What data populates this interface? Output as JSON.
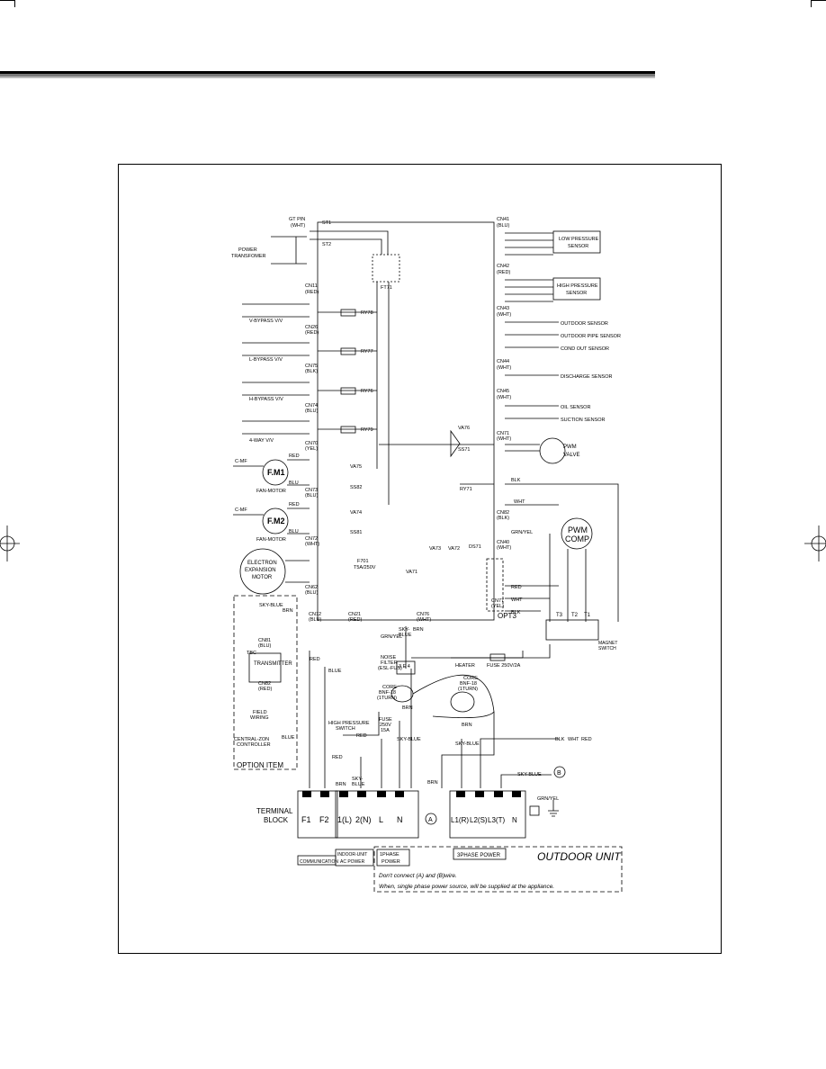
{
  "header": {
    "rule_colors": [
      "#000000",
      "#7a7a7a",
      "#bbbbbb"
    ]
  },
  "diagram": {
    "board_labels": {
      "gt_pin": "GT PIN",
      "gt_pin_color": "(WHT)",
      "st1": "ST1",
      "st2": "ST2",
      "power_transformer_1": "POWER",
      "power_transformer_2": "TRANSFOMER",
      "ft71": "FT71",
      "cn11": "CN11",
      "cn11_color": "(RED)",
      "f701_1": "F701",
      "f701_2": "T5A/250V",
      "opt3": "OPT3",
      "ds71": "DS71"
    },
    "valves": [
      {
        "name": "V-BYPASS V/V",
        "connector": "CN26",
        "color": "(RED)",
        "relay": "RY78"
      },
      {
        "name": "L-BYPASS V/V",
        "connector": "CN75",
        "color": "(BLK)",
        "relay": "RY77"
      },
      {
        "name": "H-BYPASS V/V",
        "connector": "CN74",
        "color": "(BLU)",
        "relay": "RY76"
      },
      {
        "name": "4-WAY V/V",
        "connector": "CN70",
        "color": "(YEL)",
        "relay": "RY79"
      }
    ],
    "fan_motors": [
      {
        "label": "F.M1",
        "caption": "FAN-MOTOR",
        "capacitor": "C-MF",
        "connector": "CN73",
        "color": "(BLU)",
        "varistor": "VA75",
        "ssr": "SS82",
        "wire_top": "RED",
        "wire_bottom": "BLU"
      },
      {
        "label": "F.M2",
        "caption": "FAN-MOTOR",
        "capacitor": "C-MF",
        "connector": "CN72",
        "color": "(WHT)",
        "varistor": "VA74",
        "ssr": "SS81",
        "wire_top": "RED",
        "wire_bottom": "BLU"
      }
    ],
    "eev": {
      "line1": "ELECTRON",
      "line2": "EXPANSION",
      "line3": "MOTOR",
      "connector": "CN62",
      "color": "(BLU)"
    },
    "sensors": {
      "cn41": {
        "connector": "CN41",
        "color": "(BLU)",
        "name_1": "LOW PRESSURE",
        "name_2": "SENSOR"
      },
      "cn42": {
        "connector": "CN42",
        "color": "(RED)",
        "name_1": "HIGH PRESSURE",
        "name_2": "SENSOR"
      },
      "cn43": {
        "connector": "CN43",
        "color": "(WHT)",
        "items": [
          "OUTDOOR SENSOR",
          "OUTDOOR PIPE SENSOR",
          "COND OUT SENSOR"
        ]
      },
      "cn44": {
        "connector": "CN44",
        "color": "(WHT)",
        "items": [
          "DISCHARGE SENSOR"
        ]
      },
      "cn45": {
        "connector": "CN45",
        "color": "(WHT)",
        "items": [
          "OIL SENSOR",
          "SUCTION SENSOR"
        ]
      }
    },
    "pwm_valve": {
      "connector": "CN71",
      "color": "(WHT)",
      "line1": "PWM",
      "line2": "VALVE",
      "varistor": "VA76",
      "ssr": "SS71"
    },
    "ry71": "RY71",
    "cn82": {
      "connector": "CN82",
      "color": "(BLK)",
      "wire_1": "BLK",
      "wire_2": "WHT"
    },
    "cn40": {
      "connector": "CN40",
      "color": "(WHT)",
      "wire": "GRN/YEL"
    },
    "cn77": {
      "connector": "CN77",
      "color": "(YEL)",
      "wires": [
        "RED",
        "WHT",
        "BLK"
      ]
    },
    "pwm_comp": {
      "line1": "PWM",
      "line2": "COMP"
    },
    "magnet_switch": {
      "line1": "MAGNET",
      "line2": "SWITCH",
      "terminals": [
        "T3",
        "T2",
        "T1"
      ]
    },
    "varistors_mid": [
      "VA73",
      "VA72",
      "VA71"
    ],
    "option": {
      "cn12": "CN12",
      "cn12_color": "(BLU)",
      "cn21": "CN21",
      "cn21_color": "(RED)",
      "cn76": "CN76",
      "cn76_color": "(WHT)",
      "sky_blue": "SKY-BLUE",
      "brn": "BRN",
      "cn81": "CN81",
      "cn81_color": "(BLU)",
      "tbc": "TBC",
      "transmitter": "TRANSMITTER",
      "cn82b": "CN82",
      "cn82b_color": "(RED)",
      "field_wiring_1": "FIELD",
      "field_wiring_2": "WIRING",
      "central_1": "CENTRAL-ZON",
      "central_2": "CONTROLLER",
      "option_item": "OPTION ITEM",
      "red": "RED",
      "blue": "BLUE"
    },
    "noise_filter": {
      "line1": "NOISE",
      "line2": "FILTER",
      "line3": "(ESL-FUS)",
      "terminals": "3 E 4",
      "grn_yel": "GRN/YEL",
      "sky_blue_1": "SKY-",
      "sky_blue_2": "BLUE",
      "brn": "BRN"
    },
    "cores": {
      "line1": "CORE",
      "line2": "BNF-18",
      "line3": "(1TURN)"
    },
    "heater": "HEATER",
    "fuse_top": "FUSE  250V/2A",
    "fuse_mid": {
      "line1": "FUSE",
      "line2": "250V",
      "line3": "15A"
    },
    "high_pressure": {
      "line1": "HIGH PRESSURE",
      "line2": "SWITCH"
    },
    "wire_labels": {
      "red": "RED",
      "blue": "BLUE",
      "sky_blue": "SKY-BLUE",
      "brn": "BRN",
      "blk": "BLK",
      "wht": "WHT",
      "grn_yel": "GRN/YEL"
    },
    "terminal_block": {
      "line1": "TERMINAL",
      "line2": "BLOCK",
      "left": [
        "F1",
        "F2"
      ],
      "indoor": [
        "1(L)",
        "2(N)",
        "L",
        "N"
      ],
      "three_phase": [
        "L1(R)",
        "L2(S)",
        "L3(T)",
        "N"
      ],
      "wire_brn": "BRN",
      "wire_sky_1": "SKY-",
      "wire_sky_2": "BLUE",
      "communication": "COMMUNICATION",
      "indoor_power_1": "INDOOR-UNIT",
      "indoor_power_2": "AC POWER",
      "phase1_1": "1PHASE",
      "phase1_2": "POWER",
      "phase3": "3PHASE POWER",
      "marker_a": "A",
      "marker_b": "B"
    },
    "outdoor_unit": "OUTDOOR UNIT",
    "note_1": "Don't connect (A) and (B)wire.",
    "note_2": "When, single phase power source, will be supplied at the appliance."
  }
}
